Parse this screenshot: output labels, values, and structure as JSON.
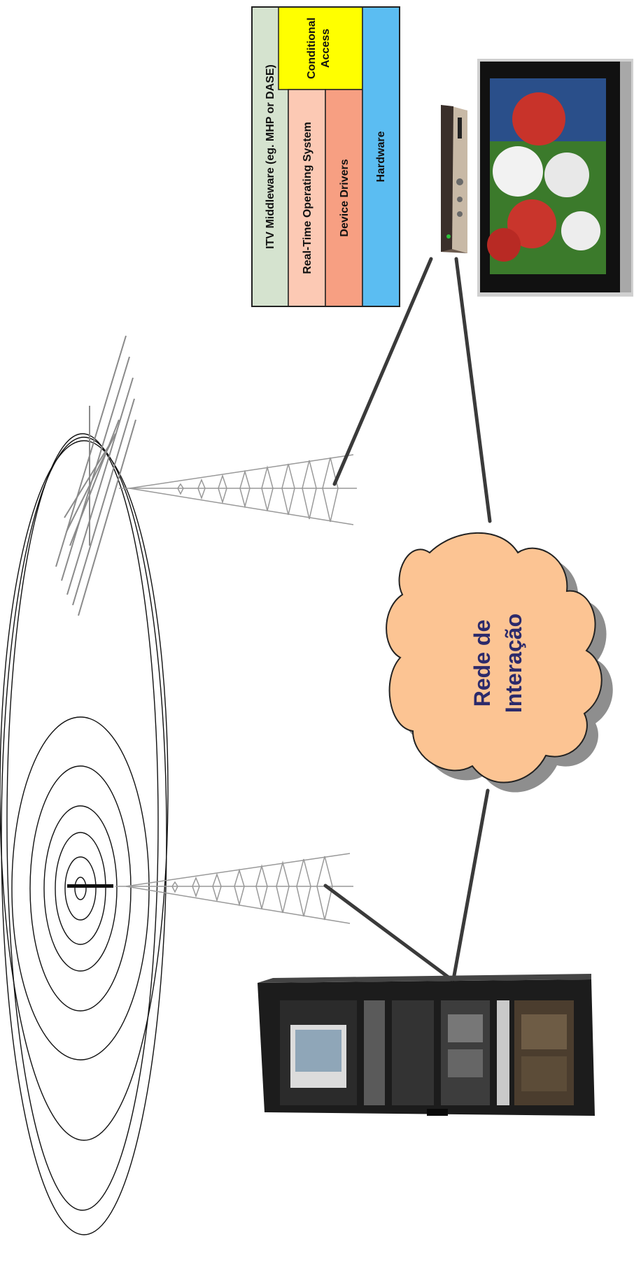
{
  "software_stack": {
    "middleware": "ITV Middleware (eg. MHP or DASE)",
    "conditional_access": [
      "Conditional",
      "Access"
    ],
    "rtos": "Real-Time Operating System",
    "device_drivers": "Device Drivers",
    "hardware": "Hardware"
  },
  "cloud": {
    "line1": "Rede de",
    "line2": "Interação"
  },
  "colors": {
    "middleware": "#d5e3cf",
    "conditional_access": "#ffff00",
    "rtos": "#fcc9b4",
    "device_drivers": "#f79f82",
    "hardware": "#5bbdf2",
    "cloud_fill": "#fcc493",
    "cloud_shadow": "#8e8e8e",
    "cloud_text": "#2c2a6b",
    "link_line": "#3a3a3a"
  },
  "icons": [
    "broadcast-waves",
    "transmitter-tower",
    "receiver-antenna",
    "yagi-antenna",
    "set-top-box",
    "television",
    "server-rack"
  ]
}
